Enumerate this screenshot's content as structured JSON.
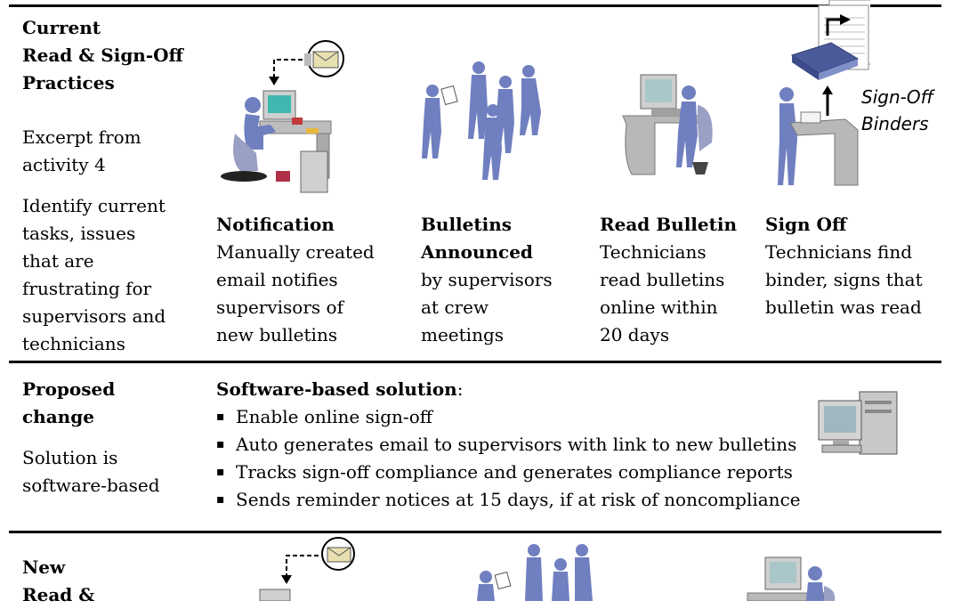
{
  "current": {
    "heading": [
      "Current",
      "Read & Sign-Off",
      "Practices"
    ],
    "excerpt": [
      "Excerpt from",
      "activity 4"
    ],
    "instructions": [
      "Identify current",
      "tasks, issues",
      "that are",
      "frustrating for",
      "supervisors and",
      "technicians"
    ],
    "steps": [
      {
        "title": [
          "Notification"
        ],
        "body": [
          "Manually created",
          "email notifies",
          "supervisors of",
          "new bulletins"
        ],
        "icon": "computer-user-email-icon"
      },
      {
        "title": [
          "Bulletins",
          "Announced"
        ],
        "body": [
          "by supervisors",
          "at crew",
          "meetings"
        ],
        "icon": "crew-meeting-icon"
      },
      {
        "title": [
          "Read Bulletin"
        ],
        "body": [
          "Technicians",
          "read bulletins",
          "online within",
          "20 days"
        ],
        "icon": "workstation-user-icon"
      },
      {
        "title": [
          "Sign Off"
        ],
        "body": [
          "Technicians find",
          "binder, signs that",
          "bulletin was read"
        ],
        "icon": "binder-desk-icon"
      }
    ],
    "binder_label": [
      "Sign-Off",
      "Binders"
    ]
  },
  "proposed": {
    "heading": [
      "Proposed",
      "change"
    ],
    "note": [
      "Solution is",
      "software-based"
    ],
    "solution_title": "Software-based solution",
    "solution_colon": ":",
    "bullets": [
      "Enable online sign-off",
      "Auto generates email to supervisors with link to new bulletins",
      "Tracks sign-off compliance and generates compliance reports",
      "Sends reminder notices at 15 days, if at risk of noncompliance"
    ],
    "icon": "desktop-computer-icon"
  },
  "new": {
    "heading": [
      "New",
      "Read &"
    ]
  },
  "colors": {
    "figure": "#6f7fc0",
    "figure_dark": "#3d4b8a",
    "desk": "#b8b8b8",
    "rule": "#000000"
  }
}
